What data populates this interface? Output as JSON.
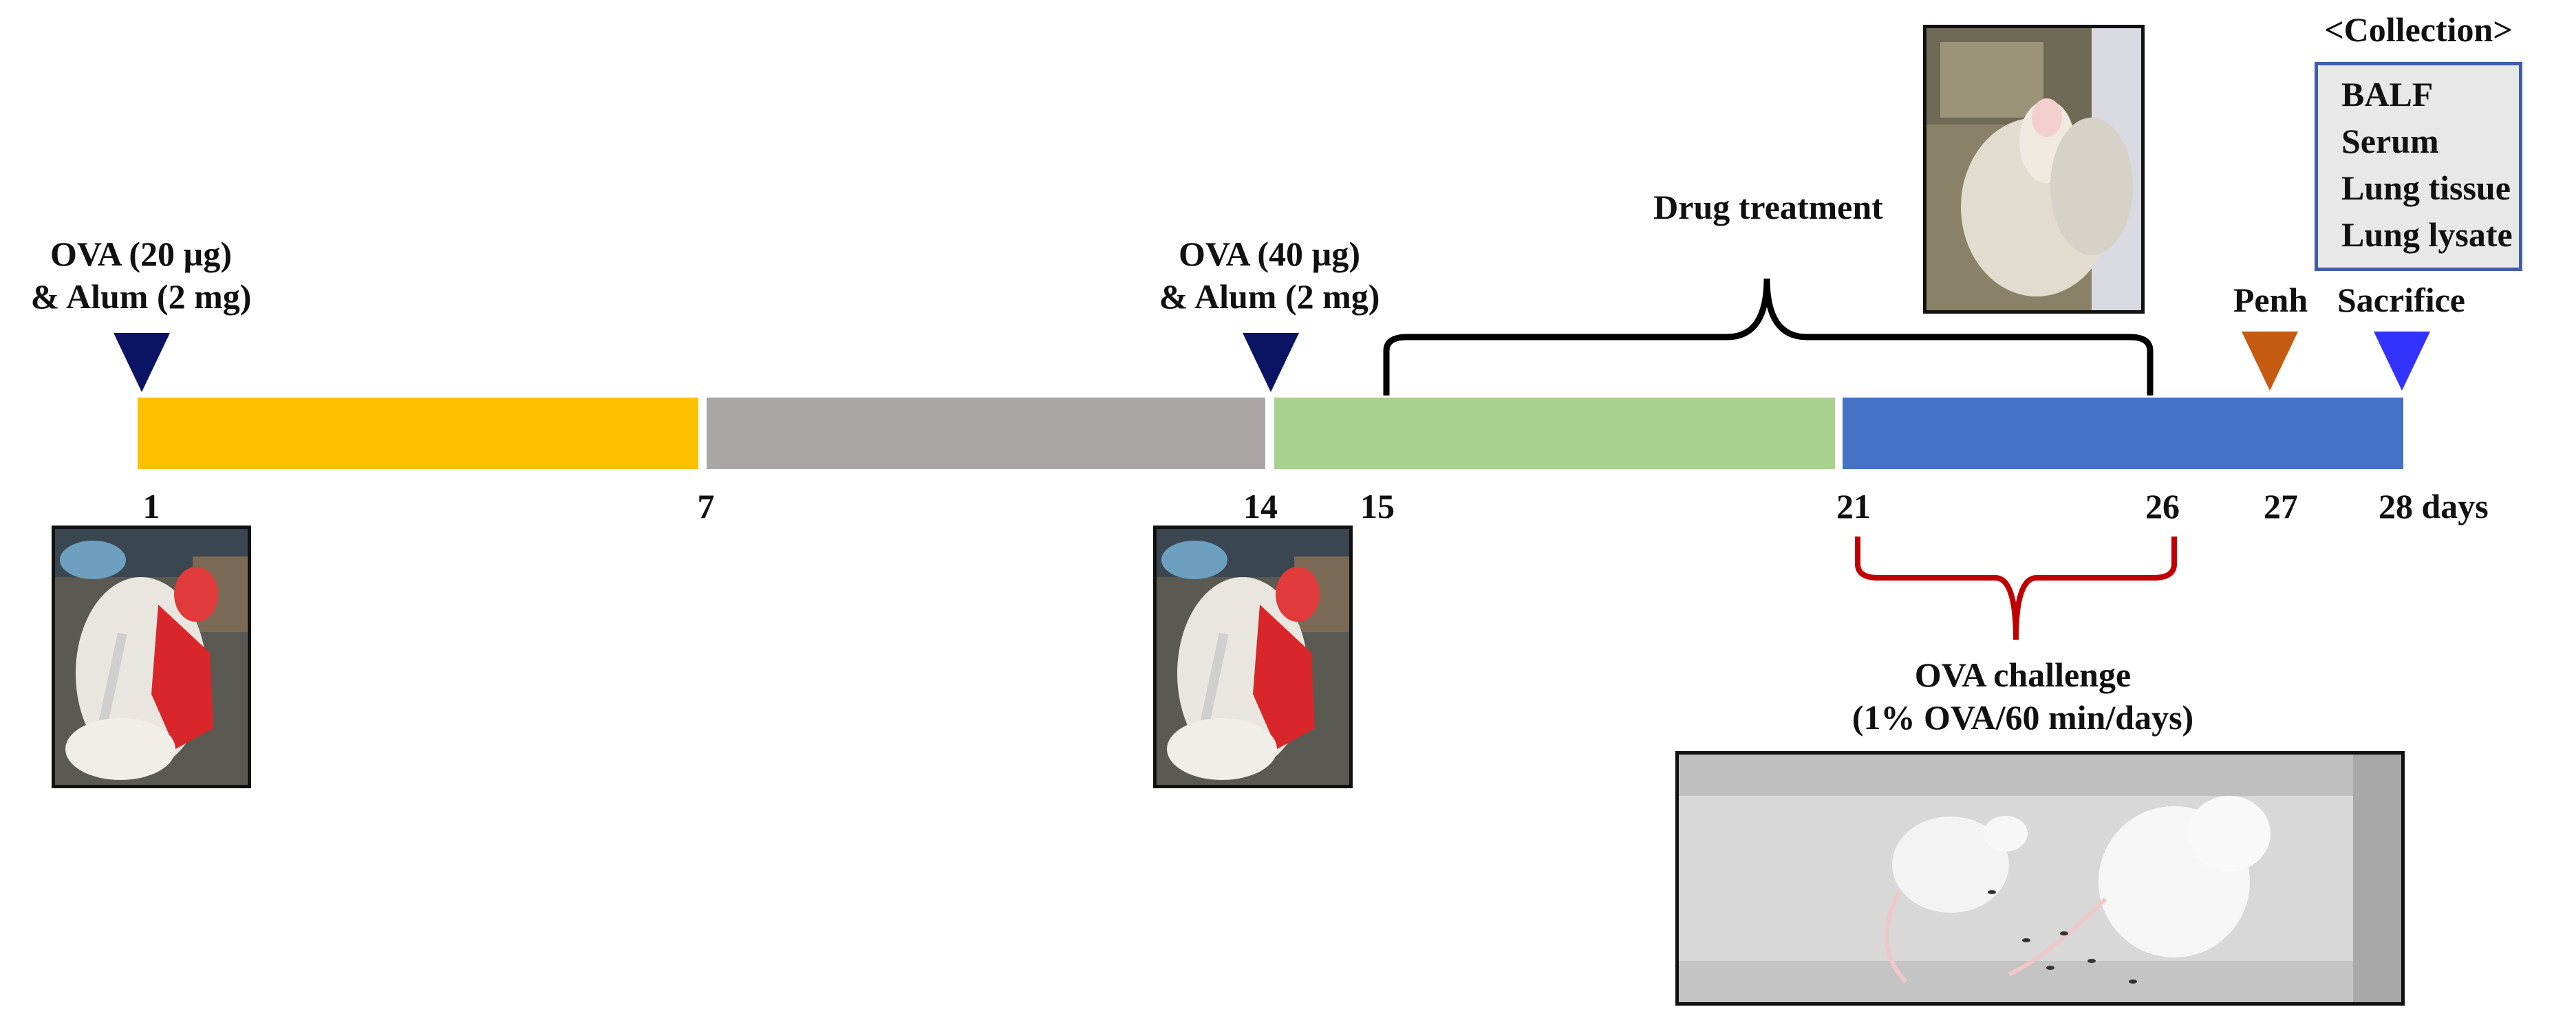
{
  "colors": {
    "sensitization_1": "#FFC000",
    "rest": "#AAA6A6",
    "drug_pre_challenge": "#A9D18E",
    "challenge_period": "#4472C4",
    "ova_marker": "#0A1463",
    "penh_marker": "#C55A11",
    "sacrifice_marker": "#3333FF",
    "drug_bracket": "#000000",
    "challenge_bracket": "#C00000",
    "collection_border": "#3F5FA8"
  },
  "timeline": {
    "segments": [
      {
        "from_day": 1,
        "to_day": 7,
        "color": "#FFC000"
      },
      {
        "from_day": 7,
        "to_day": 14,
        "color": "#AAA6A6"
      },
      {
        "from_day": 14,
        "to_day": 21,
        "color": "#A9D18E"
      },
      {
        "from_day": 21,
        "to_day": 28,
        "color": "#4472C4"
      }
    ],
    "day_labels": [
      "1",
      "7",
      "14",
      "15",
      "21",
      "26",
      "27",
      "28 days"
    ]
  },
  "events": {
    "ova1_line1": "OVA (20 µg)",
    "ova1_line2": "& Alum (2 mg)",
    "ova2_line1": "OVA (40 µg)",
    "ova2_line2": "& Alum (2 mg)",
    "drug": "Drug treatment",
    "penh": "Penh",
    "sacrifice": "Sacrifice",
    "challenge_line1": "OVA challenge",
    "challenge_line2": "(1% OVA/60 min/days)"
  },
  "collection": {
    "title": "<Collection>",
    "items": [
      "BALF",
      "Serum",
      "Lung tissue",
      "Lung lysate"
    ]
  },
  "photos": [
    {
      "name": "injection-photo-day1"
    },
    {
      "name": "injection-photo-day14"
    },
    {
      "name": "drug-administration-photo"
    },
    {
      "name": "ova-challenge-chamber-photo"
    }
  ]
}
